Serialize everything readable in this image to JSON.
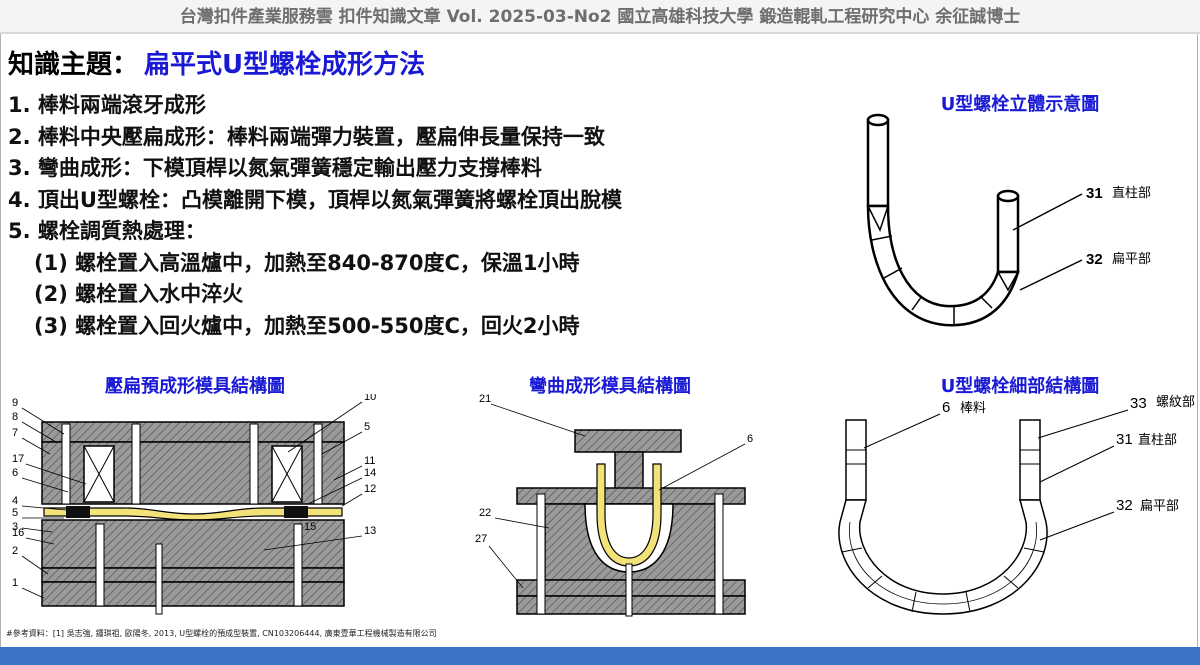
{
  "header": {
    "title": "台灣扣件產業服務雲  扣件知識文章  Vol. 2025-03-No2  國立高雄科技大學  鍛造輥軋工程研究中心  余征誠博士"
  },
  "topic": {
    "label": "知識主題：",
    "value": "扁平式U型螺栓成形方法"
  },
  "steps": [
    "1. 棒料兩端滾牙成形",
    "2. 棒料中央壓扁成形：棒料兩端彈力裝置，壓扁伸長量保持一致",
    "3. 彎曲成形：下模頂桿以氮氣彈簧穩定輸出壓力支撐棒料",
    "4. 頂出U型螺栓：凸模離開下模，頂桿以氮氣彈簧將螺栓頂出脫模",
    "5. 螺栓調質熱處理：",
    "(1) 螺栓置入高溫爐中，加熱至840-870度C，保溫1小時",
    "(2) 螺栓置入水中淬火",
    "(3) 螺栓置入回火爐中，加熱至500-550度C，回火2小時"
  ],
  "figures": {
    "bolt_3d": {
      "caption": "U型螺栓立體示意圖",
      "label_31": "31",
      "text_31": "直柱部",
      "label_32": "32",
      "text_32": "扁平部"
    },
    "flatten_die": {
      "caption": "壓扁預成形模具結構圖",
      "numbers_left": [
        "9",
        "8",
        "7",
        "17",
        "6",
        "4",
        "5",
        "3",
        "16",
        "2",
        "1"
      ],
      "numbers_right": [
        "10",
        "5",
        "11",
        "14",
        "12",
        "15",
        "13"
      ]
    },
    "bend_die": {
      "caption": "彎曲成形模具結構圖",
      "label_21": "21",
      "label_6": "6",
      "label_22": "22",
      "label_27": "27"
    },
    "bolt_detail": {
      "caption": "U型螺栓細部結構圖",
      "label_6": "6",
      "text_6": "棒料",
      "label_33": "33",
      "text_33": "螺紋部",
      "label_31": "31",
      "text_31": "直柱部",
      "label_32": "32",
      "text_32": "扁平部"
    }
  },
  "reference": "#參考資料：[1] 吳志強, 鍾琪祖, 歐陽冬, 2013, U型螺栓的預成型裝置, CN103206444, 廣東壹華工程機械製造有限公司",
  "colors": {
    "accent": "#1a1ad6",
    "header_text": "#6e6e6e",
    "bottom_bar": "#3b73c9",
    "workpiece": "#f3e27a"
  }
}
